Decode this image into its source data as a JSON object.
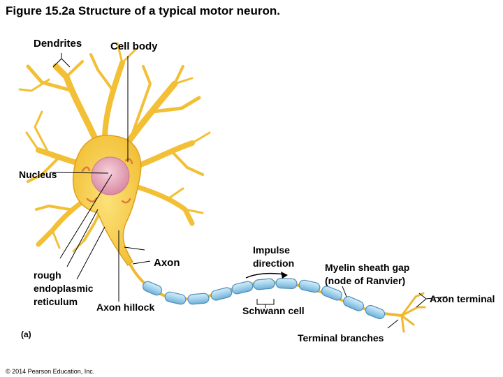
{
  "title": "Figure 15.2a  Structure of a typical motor neuron.",
  "labels": {
    "dendrites": "Dendrites",
    "cell_body": "Cell body",
    "nucleus": "Nucleus",
    "rough_er": "rough\nendoplasmic\nreticulum",
    "axon_hillock": "Axon hillock",
    "axon": "Axon",
    "impulse_direction": "Impulse\ndirection",
    "schwann_cell": "Schwann cell",
    "myelin_gap": "Myelin sheath gap\n(node of Ranvier)",
    "axon_terminal": "Axon terminal",
    "terminal_branches": "Terminal branches",
    "panel": "(a)"
  },
  "footer": {
    "copyright": "© 2014 Pearson Education, Inc."
  },
  "colors": {
    "cell_fill": "#f5c842",
    "cell_stroke": "#e0a020",
    "nucleus_fill": "#e8a6b8",
    "myelin_fill": "#a9d6ee",
    "myelin_stroke": "#4f8fb8",
    "axon_core": "#f0b830",
    "rer": "#e07a3a"
  }
}
